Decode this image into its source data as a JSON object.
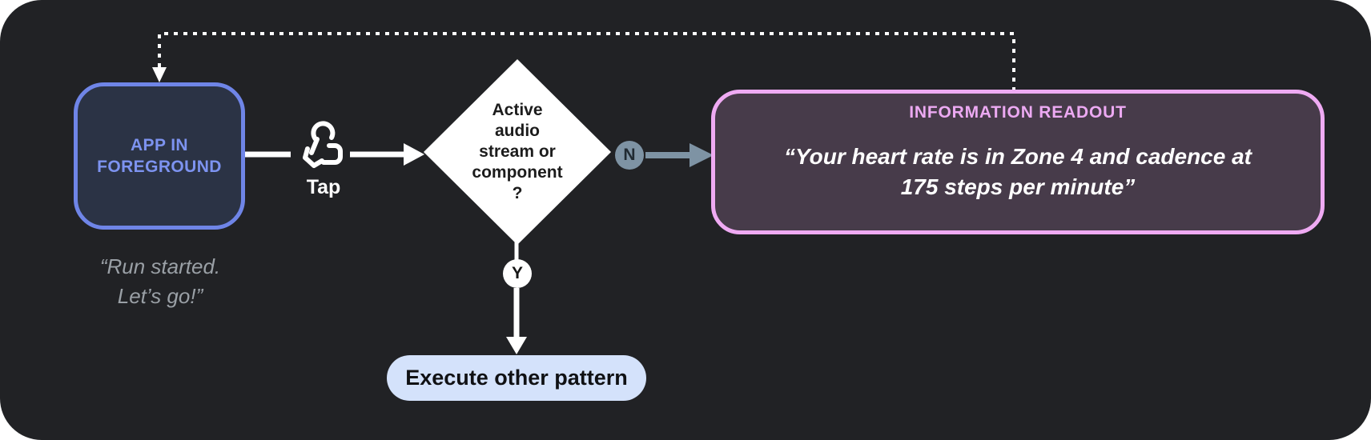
{
  "nodes": {
    "app_state": {
      "label": "APP IN FOREGROUND",
      "voice_quote_line1": "“Run started.",
      "voice_quote_line2": "Let’s go!”"
    },
    "tap_action": {
      "label": "Tap",
      "icon": "tap-gesture-icon"
    },
    "decision": {
      "lines": [
        "Active",
        "audio",
        "stream or",
        "component",
        "?"
      ]
    },
    "branch_no": {
      "label": "N"
    },
    "branch_yes": {
      "label": "Y"
    },
    "information_readout": {
      "title": "INFORMATION READOUT",
      "quote_line1": "“Your heart rate is in Zone 4 and cadence at",
      "quote_line2": "175 steps per minute”"
    },
    "execute_pattern": {
      "label": "Execute other pattern"
    }
  },
  "colors": {
    "background": "#212225",
    "app_node_fill": "#2b3345",
    "app_node_border": "#6f85e7",
    "app_node_text": "#7d93f0",
    "voice_quote_text": "#9aa0a6",
    "diamond_fill": "#ffffff",
    "diamond_text": "#1c1c1c",
    "branch_no_fill": "#7e93a4",
    "branch_no_text": "#212b33",
    "branch_yes_fill": "#ffffff",
    "branch_yes_text": "#151515",
    "readout_fill": "#473b4a",
    "readout_border": "#efaaf3",
    "readout_title_text": "#eca9f2",
    "readout_quote_text": "#ffffff",
    "execute_fill": "#d4e2fb",
    "execute_text": "#101114",
    "connector_white": "#ffffff",
    "connector_slate": "#7e93a4"
  }
}
